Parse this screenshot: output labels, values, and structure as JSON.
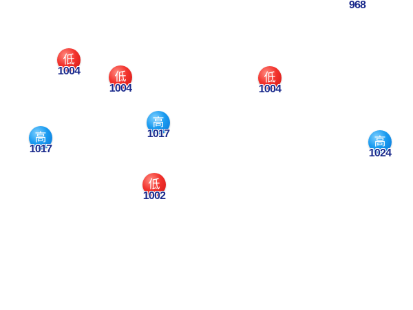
{
  "markers": [
    {
      "type": "high",
      "label": "",
      "value": "968"
    },
    {
      "type": "low",
      "label": "低",
      "value": "1004"
    },
    {
      "type": "low",
      "label": "低",
      "value": "1004"
    },
    {
      "type": "low",
      "label": "低",
      "value": "1004"
    },
    {
      "type": "high",
      "label": "高",
      "value": "1017"
    },
    {
      "type": "high",
      "label": "高",
      "value": "1017"
    },
    {
      "type": "high",
      "label": "高",
      "value": "1024"
    },
    {
      "type": "low",
      "label": "低",
      "value": "1002"
    }
  ],
  "colors": {
    "low": "#e8231e",
    "high": "#1a9bf0",
    "value_text": "#1a2a8c"
  }
}
